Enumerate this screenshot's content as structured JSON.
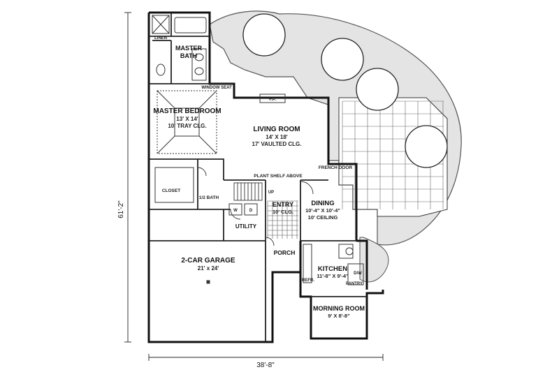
{
  "rooms": {
    "master_bath": {
      "name_line1": "MASTER",
      "name_line2": "BATH"
    },
    "linen": "LINEN",
    "window_seat": "WINDOW SEAT",
    "master_bedroom": {
      "name": "MASTER BEDROOM",
      "size": "13' X 14'",
      "note": "10' TRAY CLG."
    },
    "fp": "F.P.",
    "living_room": {
      "name": "LIVING ROOM",
      "size": "14' X 18'",
      "note": "17' VAULTED CLG."
    },
    "closet": "CLOSET",
    "half_bath": "1/2 BATH",
    "plant_shelf": "PLANT SHELF ABOVE",
    "french_door": "FRENCH DOOR",
    "up": "UP",
    "w": "W",
    "d": "D",
    "entry": {
      "name": "ENTRY",
      "note": "10' CLG."
    },
    "dining": {
      "name": "DINING",
      "size": "10'-4\" X 10'-4\"",
      "note": "10' CEILING"
    },
    "utility": "UTILITY",
    "garage": {
      "name": "2-CAR GARAGE",
      "size": "21' x 24'"
    },
    "porch": "PORCH",
    "kitchen": {
      "name": "KITCHEN",
      "size": "11'-8\" X 9'-4\""
    },
    "refr": "REFR.",
    "dw": "D/W",
    "pantry": "PANTRY",
    "morning_room": {
      "name": "MORNING ROOM",
      "size": "9' X 8'-8\""
    }
  },
  "dimensions": {
    "depth": "61'-2\"",
    "width": "38'-8\""
  }
}
